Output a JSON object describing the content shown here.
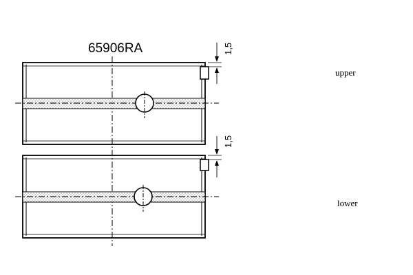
{
  "diagram": {
    "part_number": "65906RA",
    "shells": [
      {
        "position_label": "upper",
        "dimension_label": "1,5"
      },
      {
        "position_label": "lower",
        "dimension_label": "1,5"
      }
    ]
  }
}
